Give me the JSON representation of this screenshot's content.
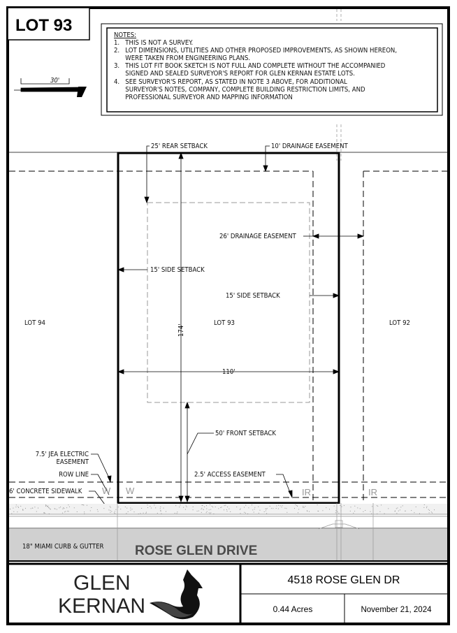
{
  "lot_label": "LOT 93",
  "notes": {
    "heading": "NOTES:",
    "lines": [
      "1.   THIS IS NOT A SURVEY.",
      "2.   LOT DIMENSIONS, UTILITIES AND OTHER PROPOSED IMPROVEMENTS, AS SHOWN HEREON,",
      "      WERE TAKEN FROM ENGINEERING PLANS.",
      "3.   THIS LOT FIT BOOK SKETCH IS NOT FULL AND COMPLETE WITHOUT THE ACCOMPANIED",
      "      SIGNED AND SEALED SURVEYOR'S REPORT FOR GLEN KERNAN ESTATE LOTS.",
      "4.   SEE SURVEYOR'S REPORT, AS STATED IN NOTE 3 ABOVE, FOR ADDITIONAL",
      "      SURVEYOR'S NOTES, COMPANY, COMPLETE BUILDING RESTRICTION LIMITS, AND",
      "      PROFESSIONAL SURVEYOR AND MAPPING INFORMATION"
    ]
  },
  "scale": {
    "label": "30'"
  },
  "annotations": {
    "rear_setback": "25' REAR SETBACK",
    "drainage_10": "10' DRAINAGE EASEMENT",
    "drainage_26": "26' DRAINAGE EASEMENT",
    "side_setback_left": "15' SIDE SETBACK",
    "side_setback_right": "15' SIDE SETBACK",
    "depth": "174'",
    "width": "110'",
    "front_setback": "50' FRONT SETBACK",
    "jea_line1": "7.5' JEA ELECTRIC",
    "jea_line2": "EASEMENT",
    "row_line": "ROW LINE",
    "access_easement": "2.5' ACCESS EASEMENT",
    "sidewalk": "6' CONCRETE SIDEWALK",
    "curb": "18\" MIAMI CURB & GUTTER",
    "water_1": "W",
    "water_2": "W",
    "iron_rod_1": "IR",
    "iron_rod_2": "IR"
  },
  "lots": {
    "left": "LOT 94",
    "center": "LOT 93",
    "right": "LOT 92"
  },
  "road_name": "ROSE GLEN DRIVE",
  "title_block": {
    "brand_line1": "GLEN",
    "brand_line2": "KERNAN",
    "address": "4518 ROSE GLEN DR",
    "acreage": "0.44 Acres",
    "date": "November 21, 2024"
  }
}
